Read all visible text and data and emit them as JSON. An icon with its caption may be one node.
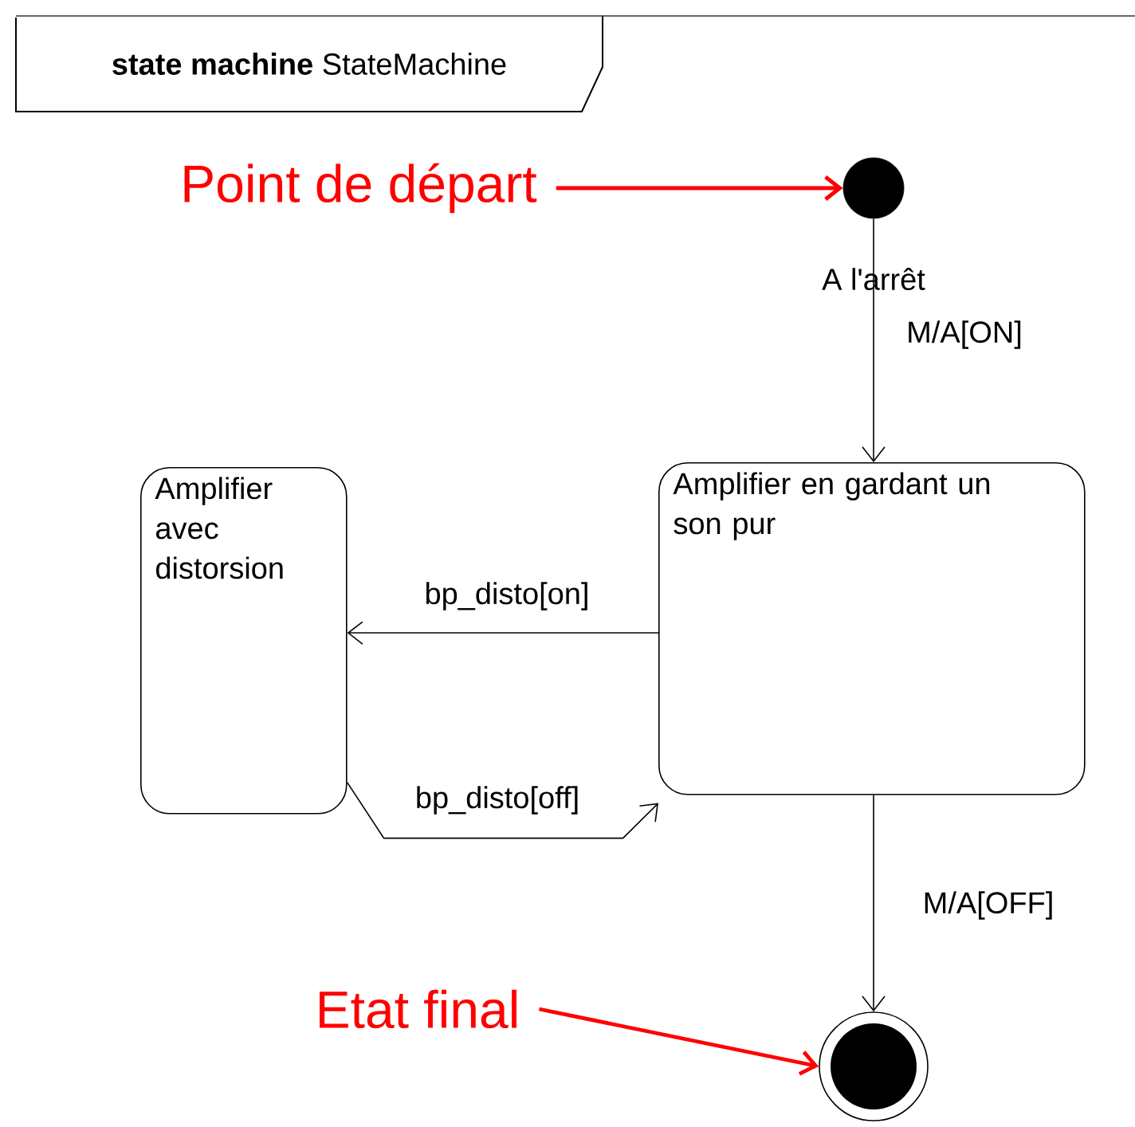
{
  "diagram": {
    "nodes": [
      {
        "text": [
          "**state machine** StateMachine"
        ]
      },
      {
        "text": [
          "Point de départ"
        ]
      },
      {
        "text": [],
        "shape": "circle",
        "beside": [
          "A l'arrêt"
        ]
      },
      {
        "text": [
          "Amplifier en gardant un son pur"
        ]
      },
      {
        "text": [
          "Amplifier avec distorsion"
        ]
      },
      {
        "text": [],
        "shape": "circle"
      },
      {
        "text": [
          "Etat final"
        ]
      }
    ],
    "edges": [
      {
        "from": 1,
        "to": 2,
        "arrow": "to",
        "style": "thick",
        "color": "#ff0000"
      },
      {
        "from": 2,
        "to": 3,
        "arrow": "to",
        "label": "M/A[ON]"
      },
      {
        "from": 3,
        "to": 4,
        "arrow": "to",
        "label": "bp_disto[on]"
      },
      {
        "from": 4,
        "to": 3,
        "arrow": "to",
        "label": "bp_disto[off]"
      },
      {
        "from": 3,
        "to": 5,
        "arrow": "to",
        "label": "M/A[OFF]"
      },
      {
        "from": 6,
        "to": 5,
        "arrow": "to",
        "style": "thick",
        "color": "#ff0000"
      }
    ]
  }
}
